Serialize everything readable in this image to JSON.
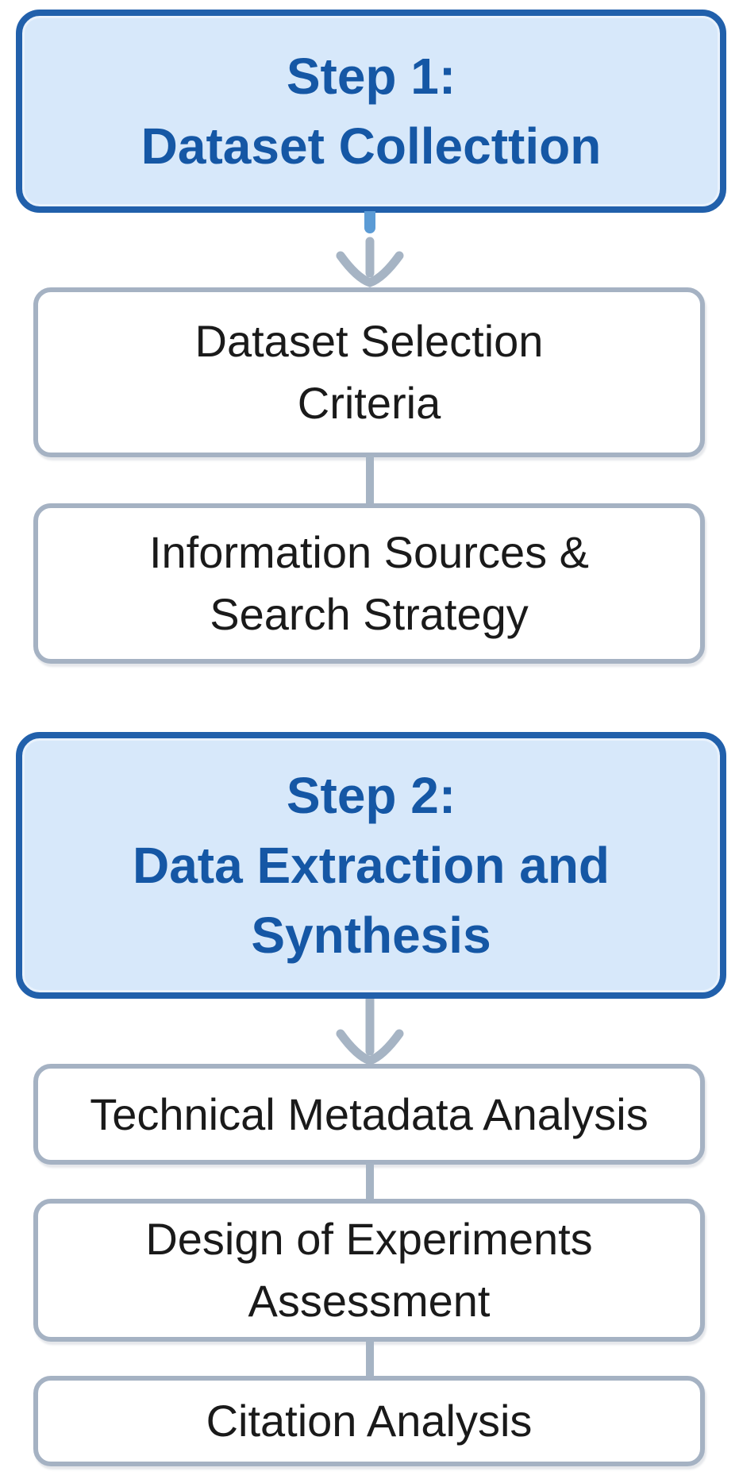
{
  "flowchart": {
    "step1": {
      "line1": "Step 1:",
      "line2": "Dataset Collecttion"
    },
    "dataset_selection": {
      "line1": "Dataset Selection",
      "line2": "Criteria"
    },
    "information_sources": {
      "line1": "Information Sources &",
      "line2": "Search Strategy"
    },
    "step2": {
      "line1": "Step 2:",
      "line2": "Data Extraction and",
      "line3": "Synthesis"
    },
    "technical_metadata": {
      "line1": "Technical Metadata Analysis"
    },
    "doe_assessment": {
      "line1": "Design of Experiments",
      "line2": "Assessment"
    },
    "citation_analysis": {
      "line1": "Citation Analysis"
    }
  },
  "icons": {
    "connector_arrowhead": "arrow-down-icon"
  },
  "colors": {
    "step_fill": "#d7e8fa",
    "step_border": "#2160ab",
    "step_text": "#1557a5",
    "box_fill": "#ffffff",
    "box_border": "#a5b2c3",
    "box_text": "#1a1a1a",
    "connector": "#a6b4c4",
    "stub": "#5b9bd5"
  }
}
